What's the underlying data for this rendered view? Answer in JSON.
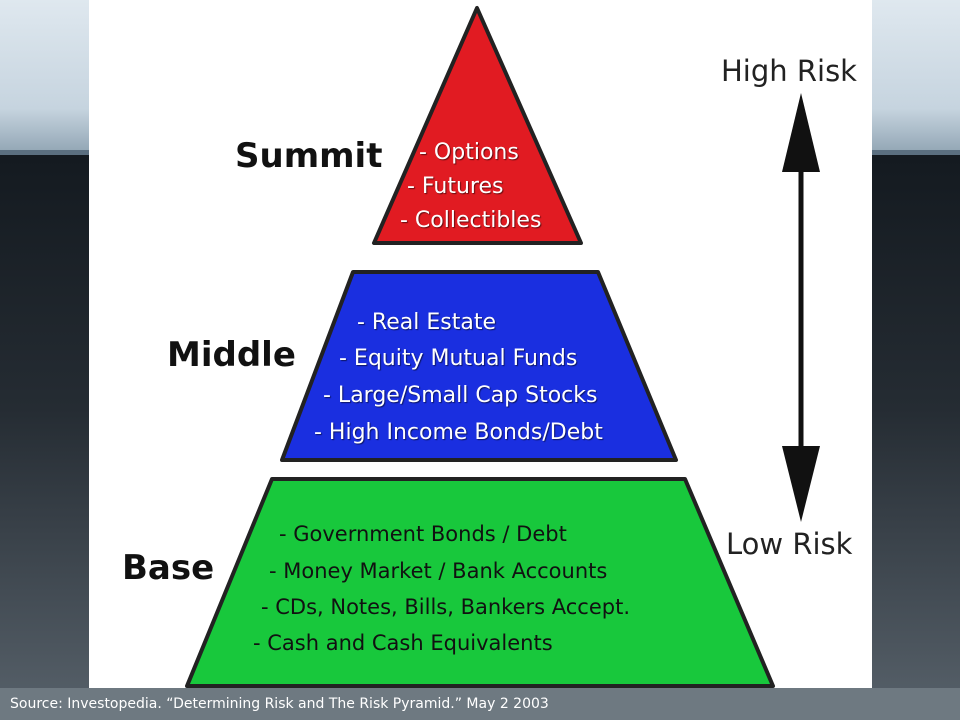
{
  "colors": {
    "summit": "#e11b22",
    "middle": "#1a2fe0",
    "base": "#18c83c",
    "outline": "#222222"
  },
  "diagram": {
    "summit": {
      "label": "Summit",
      "items": [
        "- Options",
        "- Futures",
        "- Collectibles"
      ]
    },
    "middle": {
      "label": "Middle",
      "items": [
        "-  Real Estate",
        "- Equity Mutual Funds",
        "- Large/Small Cap Stocks",
        "- High Income Bonds/Debt"
      ]
    },
    "base": {
      "label": "Base",
      "items": [
        "- Government Bonds / Debt",
        "- Money Market / Bank Accounts",
        "- CDs, Notes, Bills, Bankers Accept.",
        "- Cash and Cash Equivalents"
      ]
    },
    "risk_scale": {
      "high": "High Risk",
      "low": "Low Risk"
    }
  },
  "footer": {
    "source": "Source: Investopedia. “Determining Risk and The Risk Pyramid.” May 2 2003"
  }
}
